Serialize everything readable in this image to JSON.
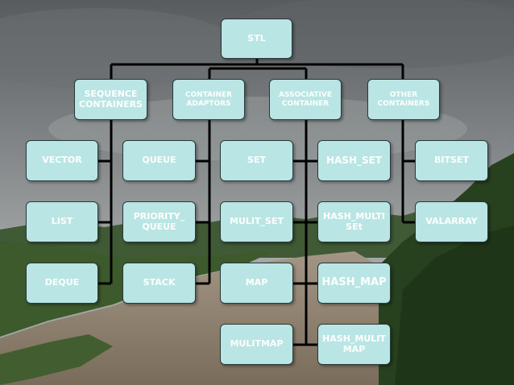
{
  "diagram": {
    "root": "STL",
    "categories": [
      "SEQUENCE\nCONTAINERS",
      "CONTAINER\nADAPTORS",
      "ASSOCIATIVE\nCONTAINER",
      "OTHER\nCONTAINERS"
    ],
    "sequence": [
      "VECTOR",
      "LIST",
      "DEQUE"
    ],
    "adaptors": [
      "QUEUE",
      "PRIORITY_\nQUEUE",
      "STACK"
    ],
    "associative_ordered": [
      "SET",
      "MULIT_SET",
      "MAP",
      "MULITMAP"
    ],
    "associative_hashed": [
      "HASH_SET",
      "HASH_MULTI\nSEt",
      "HASH_MAP",
      "HASH_MULIT\nMAP"
    ],
    "other": [
      "BITSET",
      "VALARRAY"
    ]
  },
  "colors": {
    "node_fill": "#b9e6e4",
    "node_text": "#ffffff",
    "connector": "#000000",
    "sky_top": "#585c5e",
    "sky_bottom": "#a6aaaa",
    "river": "#8a7d6c",
    "forest": "#27401e"
  }
}
